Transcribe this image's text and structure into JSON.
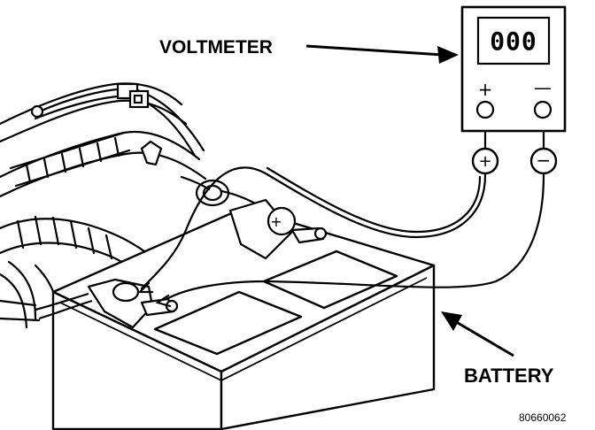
{
  "labels": {
    "voltmeter": "VOLTMETER",
    "battery": "BATTERY",
    "figure_number": "80660062"
  },
  "meter": {
    "display": "000",
    "plus_symbol": "+",
    "minus_symbol": "—"
  },
  "probes": {
    "positive_symbol": "+",
    "negative_symbol": "−"
  },
  "battery_post": {
    "plus_symbol": "+"
  }
}
